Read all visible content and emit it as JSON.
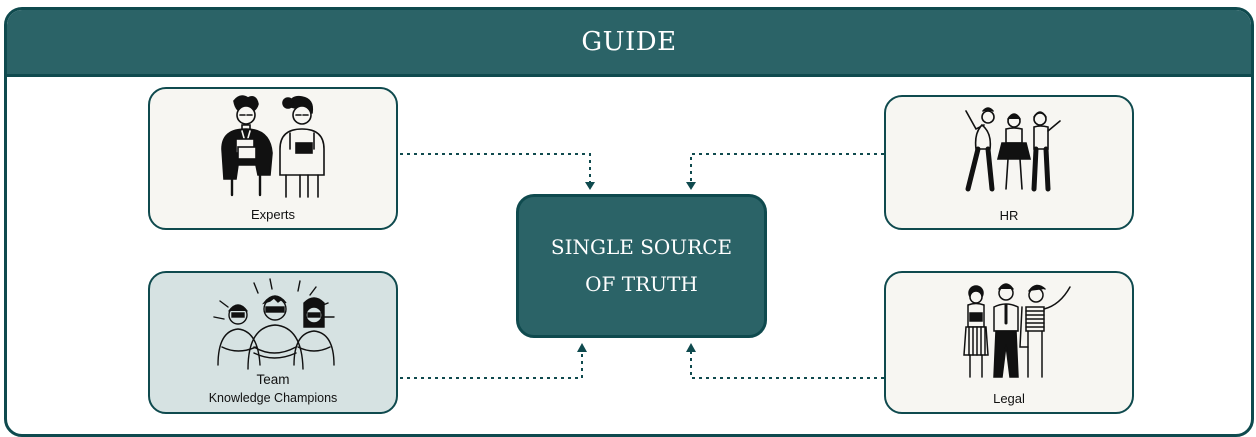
{
  "header": {
    "title": "GUIDE"
  },
  "center": {
    "line1": "SINGLE SOURCE",
    "line2": "OF TRUTH"
  },
  "cards": {
    "experts": {
      "label": "Experts"
    },
    "hr": {
      "label": "HR"
    },
    "team": {
      "label": "Team",
      "sublabel": "Knowledge Champions"
    },
    "legal": {
      "label": "Legal"
    }
  },
  "colors": {
    "header_bg": "#2b6367",
    "border": "#0f4a4e",
    "card_bg": "#f7f6f2",
    "team_card_bg": "#d6e2e2",
    "connector": "#0f4a4e"
  }
}
